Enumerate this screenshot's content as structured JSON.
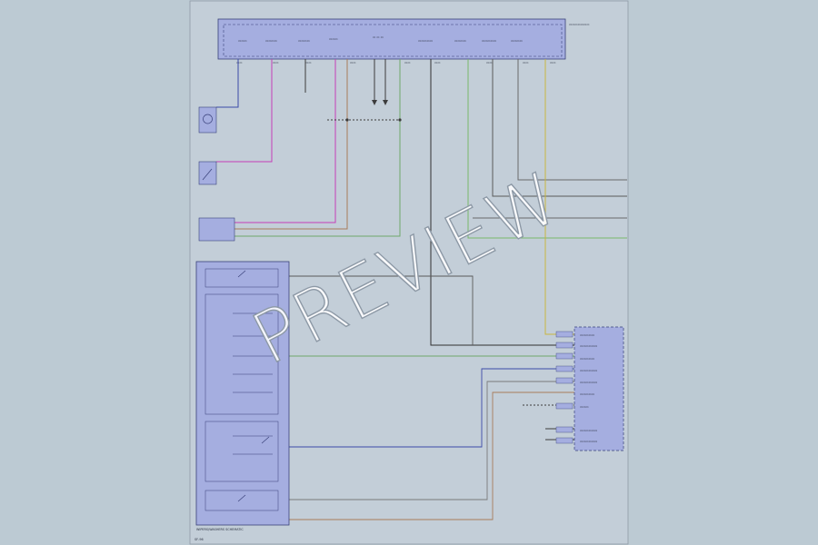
{
  "watermark": "PREVIEW",
  "page_ref": "SF-96",
  "legend_text": "WIPERS/WASHERS SCHEMATIC"
}
